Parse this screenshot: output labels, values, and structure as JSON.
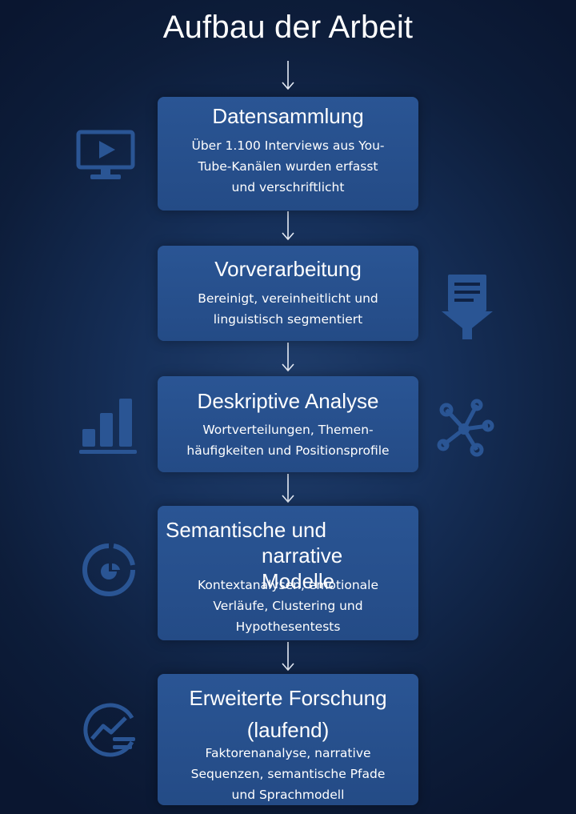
{
  "title": "Aufbau der Arbeit",
  "steps": [
    {
      "title": "Datensammlung",
      "description": [
        "Über 1.100 Interviews aus You-",
        "Tube-Kanälen wurden erfasst",
        "und verschriftlicht"
      ],
      "icon": "monitor-play-icon"
    },
    {
      "title": "Vorverarbeitung",
      "description": [
        "Bereinigt, vereinheitlicht und",
        "linguistisch segmentiert"
      ],
      "icon": "document-filter-icon"
    },
    {
      "title": "Deskriptive Analyse",
      "description": [
        "Wortverteilungen, Themen-",
        "häufigkeiten und Positionsprofile"
      ],
      "icon": [
        "bar-chart-icon",
        "network-nodes-icon"
      ]
    },
    {
      "title": [
        "Semantische und",
        "narrative Modelle"
      ],
      "description": [
        "Kontextanalysen, emotionale",
        "Verläufe, Clustering und",
        "Hypothesentests"
      ],
      "icon": "donut-chart-icon"
    },
    {
      "title": [
        "Erweiterte Forschung",
        "(laufend)"
      ],
      "description": [
        "Faktorenanalyse, narrative",
        "Sequenzen, semantische Pfade",
        "und Sprachmodell"
      ],
      "icon": "trend-line-icon"
    }
  ],
  "colors": {
    "box": "#2a5594",
    "icon": "#2a5594",
    "arrow": "#e8eef8",
    "text": "#ffffff"
  }
}
